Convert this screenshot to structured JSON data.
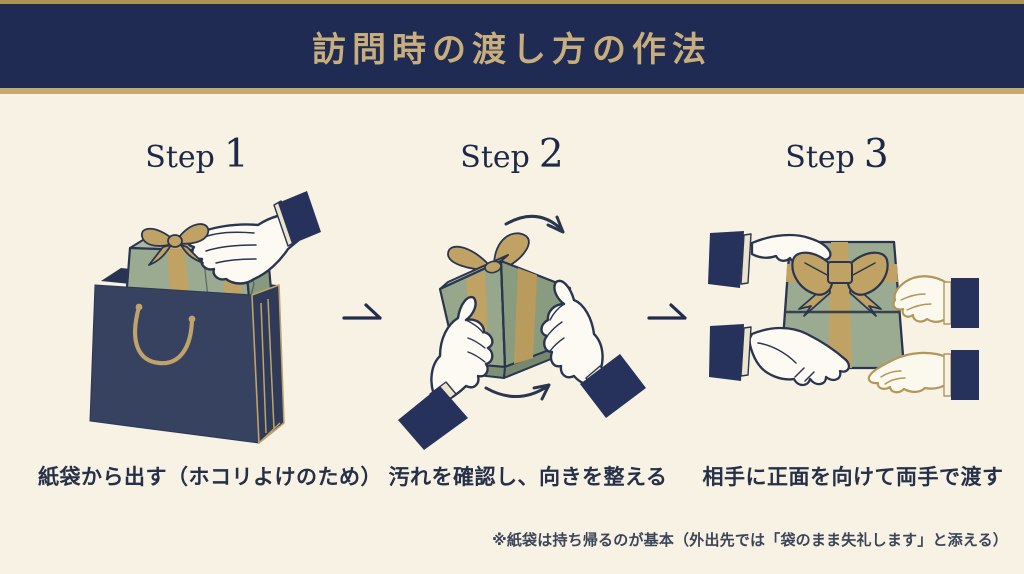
{
  "colors": {
    "background": "#f7f2e3",
    "banner_navy": "#1f2b52",
    "banner_gold": "#c3aa6e",
    "banner_gold_dark": "#ab9257",
    "title_gold": "#c7ae7c",
    "step_navy": "#1d2947",
    "text_navy": "#273049",
    "illus_navy_outline": "#2a3550",
    "sage_green": "#9aab92",
    "ribbon_gold": "#c0a264",
    "bag_navy": "#36425f",
    "hand_white": "#fcfaf3",
    "receiver_gold_outline": "#b2975c",
    "cuff_navy": "#26325b",
    "cuff_trim_cream": "#ece3cc"
  },
  "header": {
    "title": "訪問時の渡し方の作法"
  },
  "steps": [
    {
      "label": "Step",
      "number": "1",
      "caption": "紙袋から出す（ホコリよけのため）",
      "illustration": "taking-gift-out-of-paper-bag"
    },
    {
      "label": "Step",
      "number": "2",
      "caption": "汚れを確認し、向きを整える",
      "illustration": "checking-gift-and-adjusting-orientation"
    },
    {
      "label": "Step",
      "number": "3",
      "caption": "相手に正面を向けて両手で渡す",
      "illustration": "presenting-gift-with-both-hands"
    }
  ],
  "icons": {
    "step_arrow": "→",
    "rotate_arrows": "⟳"
  },
  "footnote": "※紙袋は持ち帰るのが基本（外出先では「袋のまま失礼します」と添える）"
}
